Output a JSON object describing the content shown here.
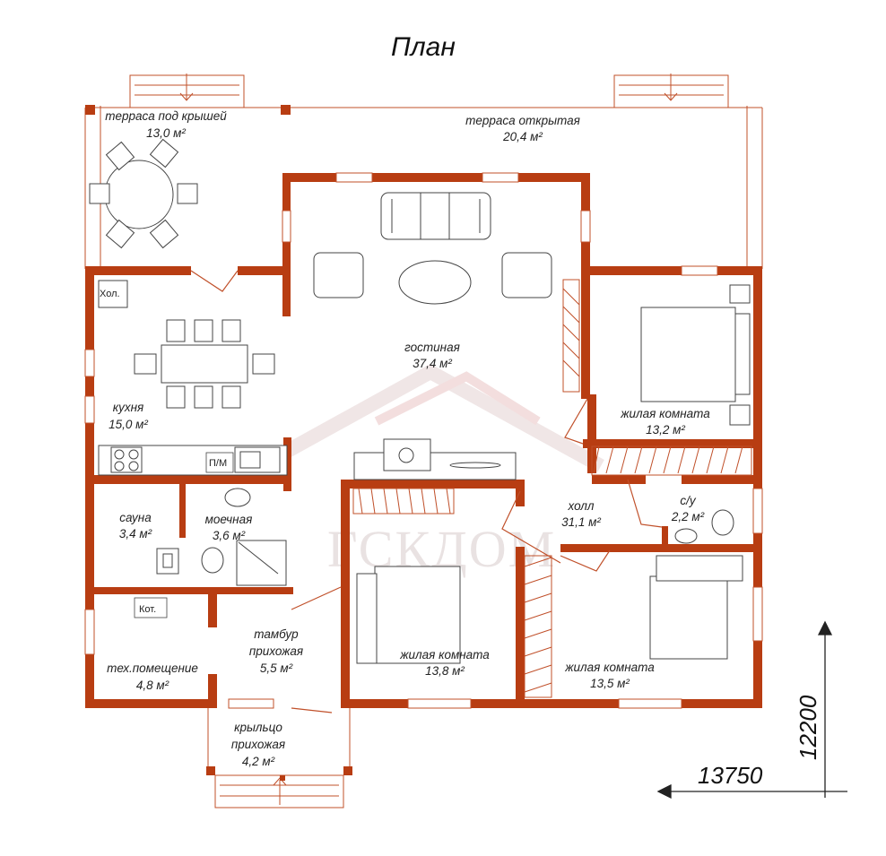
{
  "title": "План",
  "watermark": "ГСКДОМ",
  "colors": {
    "wall": "#b83d12",
    "thin": "#c0502a",
    "furniture": "#444444"
  },
  "rooms": [
    {
      "name": "терраса под крышей",
      "area": "13,0 м²"
    },
    {
      "name": "терраса открытая",
      "area": "20,4 м²"
    },
    {
      "name": "гостиная",
      "area": "37,4 м²"
    },
    {
      "name": "кухня",
      "area": "15,0 м²"
    },
    {
      "name": "жилая комната",
      "area": "13,2 м²"
    },
    {
      "name": "сауна",
      "area": "3,4 м²"
    },
    {
      "name": "моечная",
      "area": "3,6 м²"
    },
    {
      "name": "холл",
      "area": "31,1 м²"
    },
    {
      "name": "с/у",
      "area": "2,2 м²"
    },
    {
      "name": "тамбур",
      "name2": "прихожая",
      "area": "5,5 м²"
    },
    {
      "name": "жилая комната",
      "area": "13,8 м²"
    },
    {
      "name": "жилая комната",
      "area": "13,5 м²"
    },
    {
      "name": "тех.помещение",
      "area": "4,8 м²"
    },
    {
      "name": "крыльцо",
      "name2": "прихожая",
      "area": "4,2 м²"
    }
  ],
  "tags": {
    "hol": "Хол.",
    "pm": "П/М",
    "kot": "Кот."
  },
  "dimensions": {
    "width": "13750",
    "height": "12200"
  }
}
